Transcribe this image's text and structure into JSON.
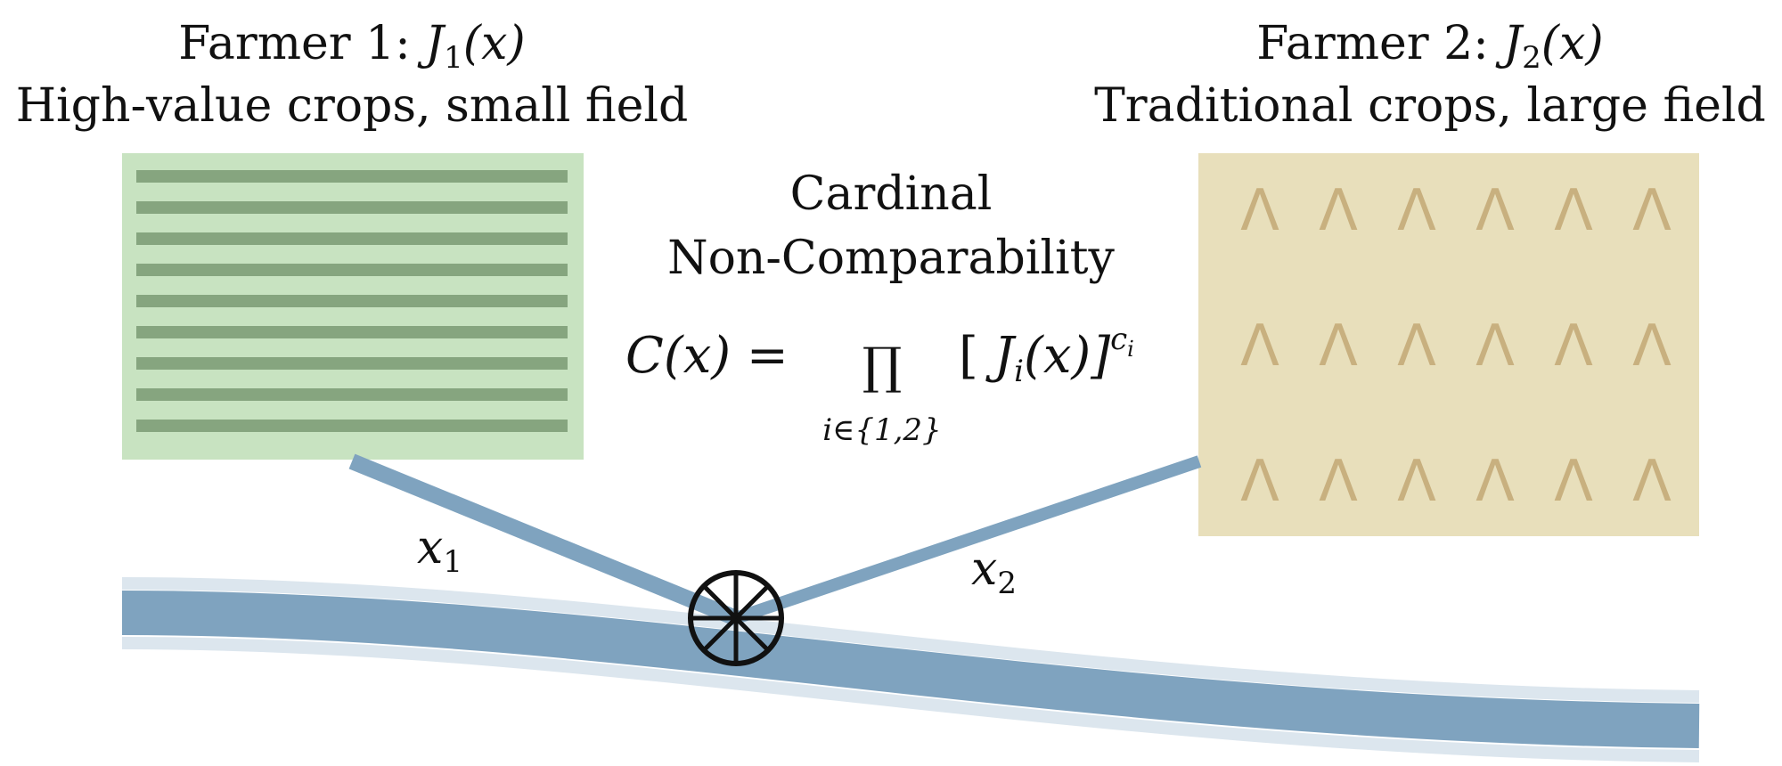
{
  "farmer1": {
    "title_prefix": "Farmer 1: ",
    "fn_name": "J",
    "fn_sub": "1",
    "fn_arg": "(x)",
    "subtitle": "High-value crops, small field",
    "field_color": "#c8e3c1",
    "row_color": "#86a57f",
    "rows": 9
  },
  "farmer2": {
    "title_prefix": "Farmer 2: ",
    "fn_name": "J",
    "fn_sub": "2",
    "fn_arg": "(x)",
    "subtitle": "Traditional crops, large field",
    "field_color": "#e8dfbb",
    "crop_color": "#c8b07f",
    "crop_glyph": "Λ",
    "crop_cols": 6,
    "crop_rows": 3
  },
  "center": {
    "line1": "Cardinal",
    "line2": "Non-Comparability",
    "formula_lhs": "C(x) = ",
    "product_symbol": "∏",
    "product_index": "i∈{1,2}",
    "bracket_open": "[ ",
    "term_name": "J",
    "term_sub": "i",
    "term_arg": "(x)]",
    "exponent_base": "c",
    "exponent_sub": "i"
  },
  "channels": {
    "x1_var": "x",
    "x1_sub": "1",
    "x2_var": "x",
    "x2_sub": "2",
    "color": "#7fa3bf"
  },
  "river": {
    "color": "#7fa3bf",
    "bank_color": "#dce6ee"
  },
  "junction": {
    "icon": "water-wheel-icon",
    "spokes": 8
  }
}
